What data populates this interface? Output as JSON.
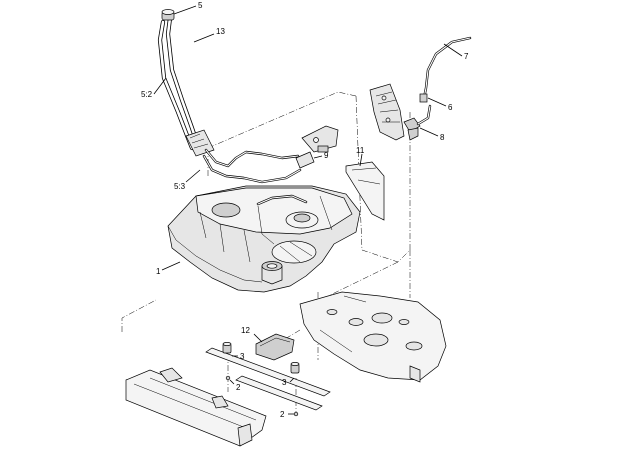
{
  "callouts": {
    "c5": "5",
    "c13": "13",
    "c52": "5:2",
    "c7": "7",
    "c6": "6",
    "c8": "8",
    "c9": "9",
    "c11": "11",
    "c53": "5:3",
    "c1": "1",
    "c12": "12",
    "c3a": "3",
    "c3b": "3",
    "c2a": "2",
    "c2b": "2"
  }
}
